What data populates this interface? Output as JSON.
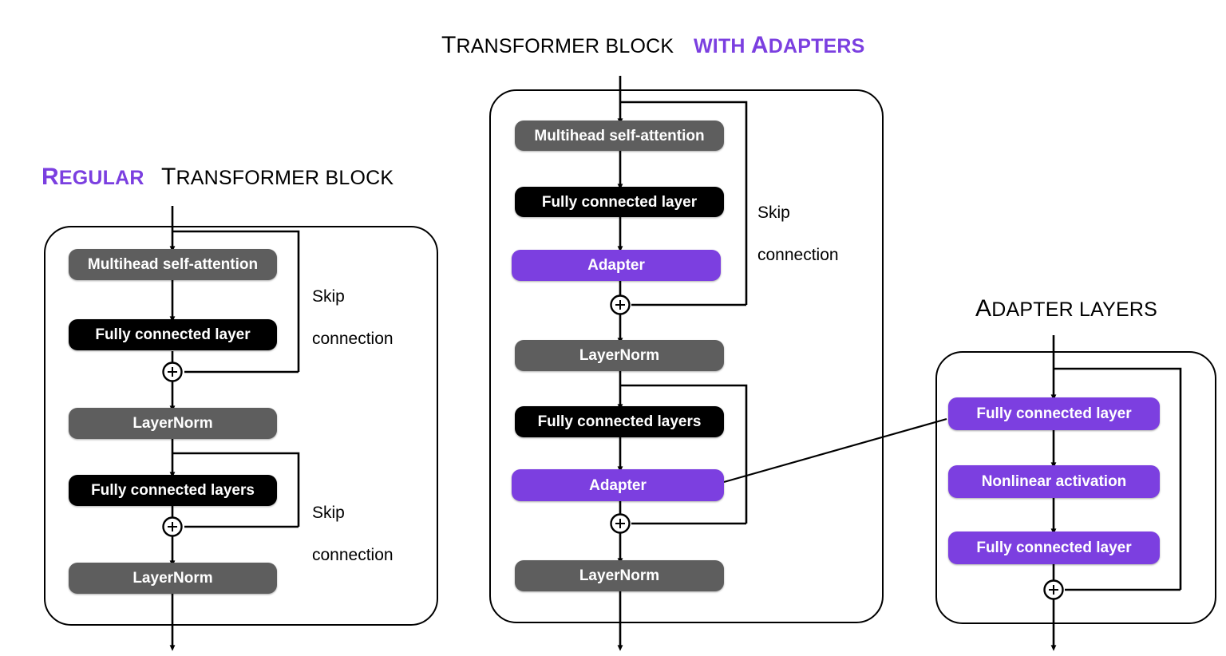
{
  "figure": {
    "background": "#ffffff",
    "colors": {
      "purple": "#7C3FE0",
      "gray": "#5E5E5E",
      "black": "#000000",
      "text_on_box": "#ffffff",
      "line": "#000000"
    }
  },
  "panels": {
    "regular": {
      "title_part1": "Regular",
      "title_part2": "Transformer block",
      "nodes": [
        {
          "label": "Multihead self-attention",
          "style": "gray"
        },
        {
          "label": "Fully connected layer",
          "style": "black"
        },
        {
          "label": "LayerNorm",
          "style": "gray"
        },
        {
          "label": "Fully connected layers",
          "style": "black"
        },
        {
          "label": "LayerNorm",
          "style": "gray"
        }
      ],
      "skip_labels": [
        {
          "line1": "Skip",
          "line2": "connection"
        },
        {
          "line1": "Skip",
          "line2": "connection"
        }
      ],
      "adder_symbol": "+"
    },
    "adapters": {
      "title_part1": "Transformer block",
      "title_part2": "with Adapters",
      "nodes": [
        {
          "label": "Multihead self-attention",
          "style": "gray"
        },
        {
          "label": "Fully connected layer",
          "style": "black"
        },
        {
          "label": "Adapter",
          "style": "purple"
        },
        {
          "label": "LayerNorm",
          "style": "gray"
        },
        {
          "label": "Fully connected layers",
          "style": "black"
        },
        {
          "label": "Adapter",
          "style": "purple"
        },
        {
          "label": "LayerNorm",
          "style": "gray"
        }
      ],
      "skip_labels": [
        {
          "line1": "Skip",
          "line2": "connection"
        }
      ],
      "adder_symbol": "+"
    },
    "adapter_layers": {
      "title": "Adapter layers",
      "nodes": [
        {
          "label": "Fully connected layer",
          "style": "purple"
        },
        {
          "label": "Nonlinear activation",
          "style": "purple"
        },
        {
          "label": "Fully connected layer",
          "style": "purple"
        }
      ],
      "adder_symbol": "+"
    }
  }
}
